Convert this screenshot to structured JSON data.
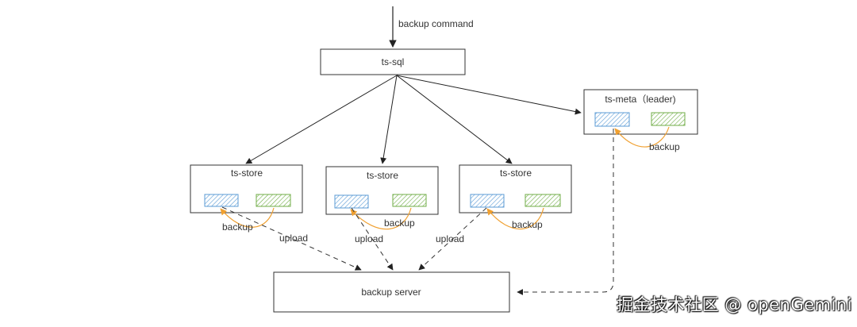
{
  "diagram": {
    "command_label": "backup command",
    "sql_node": "ts-sql",
    "meta_node": "ts-meta（leader)",
    "store_nodes": [
      "ts-store",
      "ts-store",
      "ts-store"
    ],
    "backup_label": "backup",
    "upload_label": "upload",
    "server_node": "backup server"
  },
  "colors": {
    "shard_blue": "#5b9bd5",
    "shard_green": "#70ad47",
    "backup_arrow": "#f0a030",
    "line": "#333333"
  },
  "watermark": "掘金技术社区 @ openGemini"
}
